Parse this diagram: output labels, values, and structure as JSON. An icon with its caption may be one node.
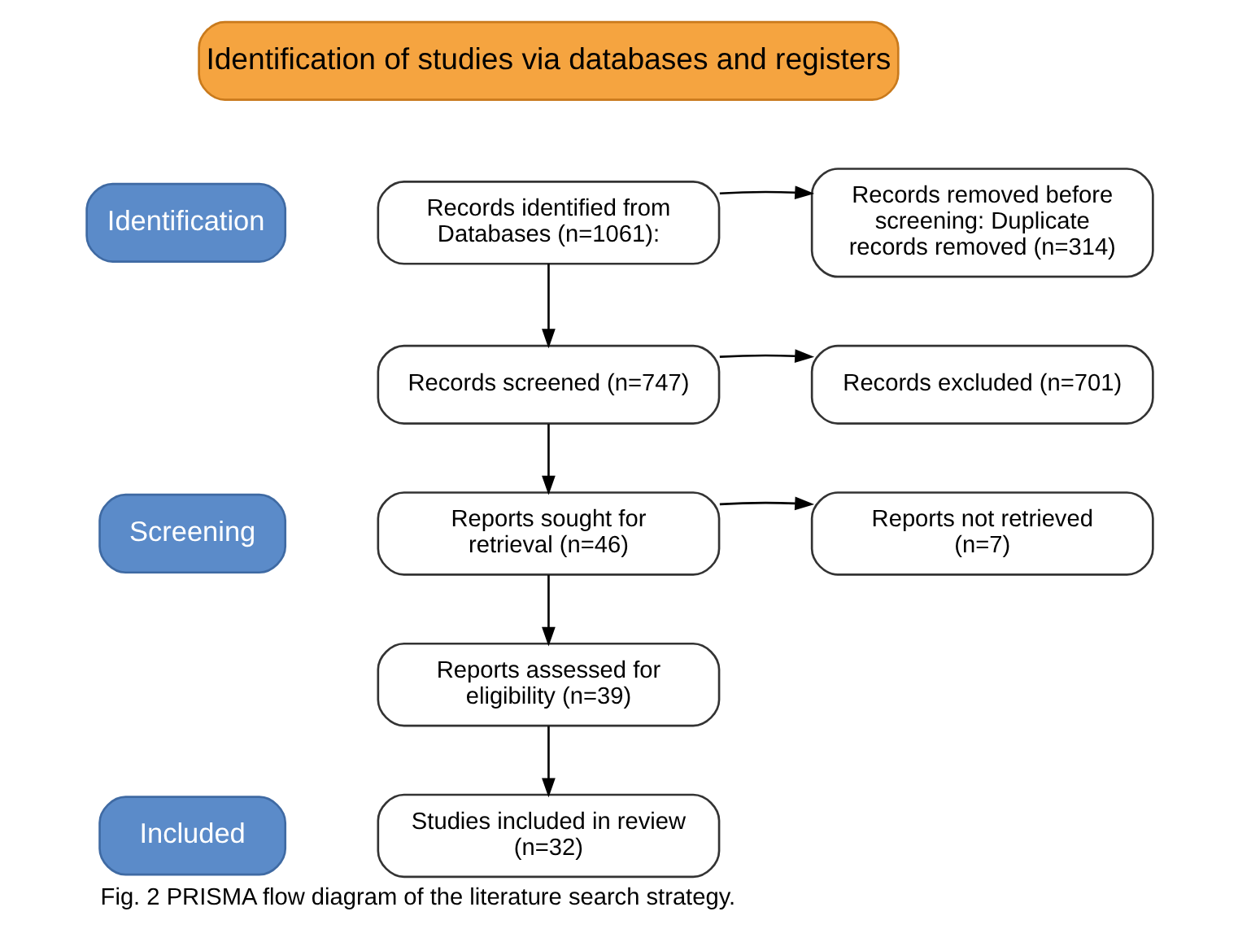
{
  "diagram": {
    "caption": "Fig. 2 PRISMA flow diagram of the literature search strategy.",
    "nodes": [
      {
        "text": [
          "Identification of studies via databases and registers"
        ]
      },
      {
        "text": [
          "Identification"
        ]
      },
      {
        "text": [
          "Records identified from Databases (n=1061):"
        ]
      },
      {
        "text": [
          "Records removed before screening: Duplicate records removed (n=314)"
        ]
      },
      {
        "text": [
          "Screening"
        ]
      },
      {
        "text": [
          "Records screened (n=747)"
        ]
      },
      {
        "text": [
          "Records excluded (n=701)"
        ]
      },
      {
        "text": [
          "Reports sought for retrieval (n=46)"
        ]
      },
      {
        "text": [
          "Reports not retrieved (n=7)"
        ]
      },
      {
        "text": [
          "Reports assessed for eligibility (n=39)"
        ]
      },
      {
        "text": [
          "Included"
        ]
      },
      {
        "text": [
          "Studies included in review (n=32)"
        ]
      }
    ],
    "edges": [
      {
        "from": 2,
        "to": 3,
        "arrow": "to"
      },
      {
        "from": 2,
        "to": 5,
        "arrow": "to"
      },
      {
        "from": 5,
        "to": 6,
        "arrow": "to"
      },
      {
        "from": 5,
        "to": 7,
        "arrow": "to"
      },
      {
        "from": 7,
        "to": 8,
        "arrow": "to"
      },
      {
        "from": 7,
        "to": 9,
        "arrow": "to"
      },
      {
        "from": 9,
        "to": 11,
        "arrow": "to"
      }
    ]
  }
}
